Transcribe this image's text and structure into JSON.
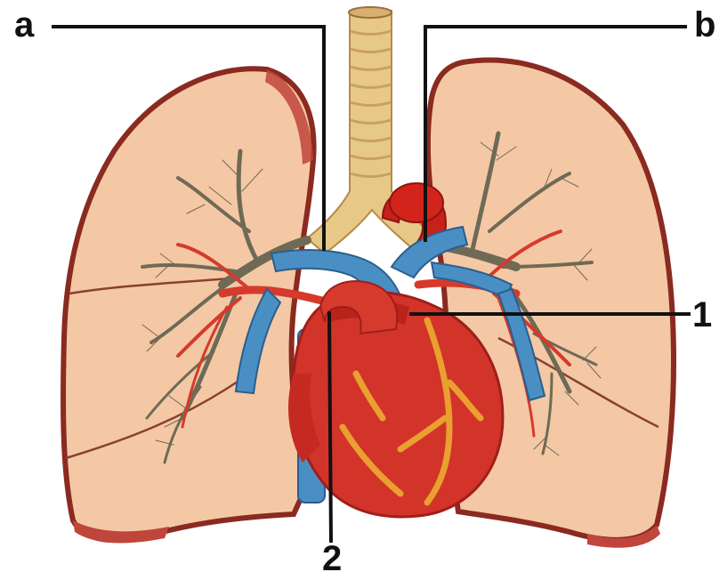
{
  "labels": {
    "a": "a",
    "b": "b",
    "one": "1",
    "two": "2"
  },
  "colors": {
    "lung_fill": "#f4c8a5",
    "lung_edge": "#8a2a20",
    "lung_rim": "#c0453a",
    "trachea": "#e8c887",
    "trachea_ring": "#c9a060",
    "heart": "#d2342a",
    "heart_dark": "#a01e1a",
    "heart_fat": "#e9a030",
    "vein_blue": "#4a8fc4",
    "artery_red": "#d63a2c",
    "bronchi": "#6f6a55",
    "leader_line": "#111111"
  }
}
